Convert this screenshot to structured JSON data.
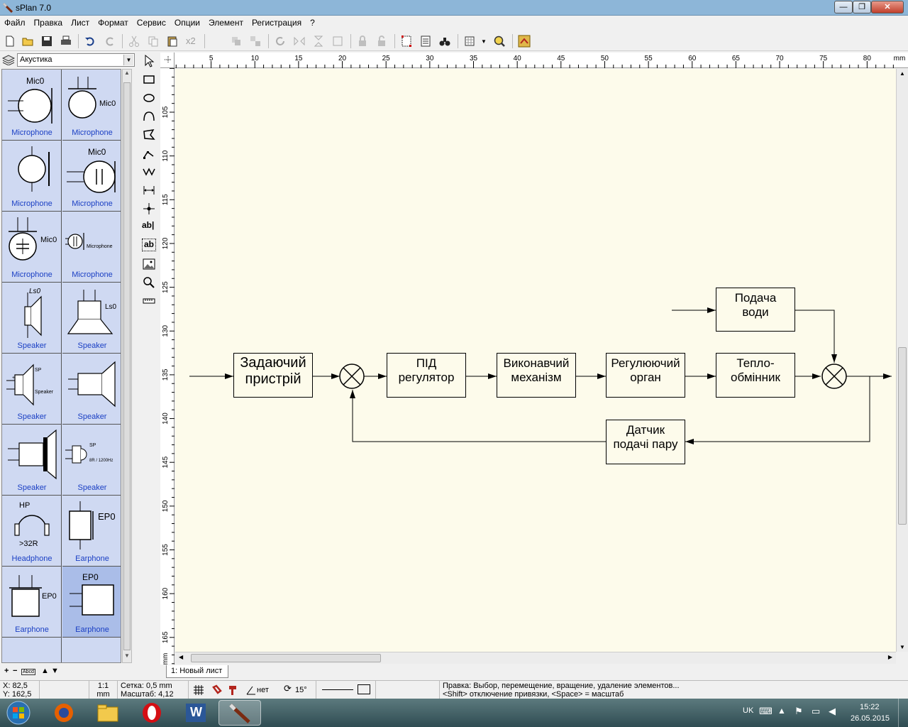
{
  "window": {
    "title": "sPlan 7.0",
    "min_label": "—",
    "max_label": "❐",
    "close_label": "✕"
  },
  "menu": [
    "Файл",
    "Правка",
    "Лист",
    "Формат",
    "Сервис",
    "Опции",
    "Элемент",
    "Регистрация",
    "?"
  ],
  "toolbar": {
    "copies_label": "x2"
  },
  "library": {
    "selected": "Акустика",
    "cells": [
      {
        "label": "Microphone",
        "tag": "Mic0"
      },
      {
        "label": "Microphone",
        "tag": "Mic0"
      },
      {
        "label": "Microphone",
        "tag": ""
      },
      {
        "label": "Microphone",
        "tag": "Mic0"
      },
      {
        "label": "Microphone",
        "tag": "Mic0"
      },
      {
        "label": "Microphone",
        "tag": "Microphone"
      },
      {
        "label": "Speaker",
        "tag": "Ls0"
      },
      {
        "label": "Speaker",
        "tag": "Ls0"
      },
      {
        "label": "Speaker",
        "tag": "SP",
        "tag2": "Speaker"
      },
      {
        "label": "Speaker",
        "tag": ""
      },
      {
        "label": "Speaker",
        "tag": ""
      },
      {
        "label": "Speaker",
        "tag": "SP",
        "tag2": "8R / 1200Hz"
      },
      {
        "label": "Headphone",
        "tag": "HP",
        "tag2": ">32R"
      },
      {
        "label": "Earphone",
        "tag": "EP0"
      },
      {
        "label": "Earphone",
        "tag": "EP0"
      },
      {
        "label": "Earphone",
        "tag": "EP0"
      }
    ],
    "bottom_abc": "Abcd"
  },
  "ruler": {
    "top": [
      "5",
      "10",
      "15",
      "20",
      "25",
      "30",
      "35",
      "40",
      "45",
      "50",
      "55",
      "60",
      "65",
      "70",
      "75",
      "80"
    ],
    "top_unit": "mm",
    "left": [
      "105",
      "110",
      "115",
      "120",
      "125",
      "130",
      "135",
      "140",
      "145",
      "150",
      "155",
      "160",
      "165"
    ],
    "left_unit": "mm"
  },
  "diagram": {
    "blocks": {
      "setter": [
        "Задаючий",
        "пристрій"
      ],
      "pid": [
        "ПІД",
        "регулятор"
      ],
      "actuator": [
        "Виконавчий",
        "механізм"
      ],
      "regulator": [
        "Регулюючий",
        "орган"
      ],
      "exchanger": [
        "Тепло-",
        "обмінник"
      ],
      "water": [
        "Подача",
        "води"
      ],
      "sensor": [
        "Датчик",
        "подачі пару"
      ]
    }
  },
  "sheet_tab": "1: Новый лист",
  "status": {
    "x": "X: 82,5",
    "y": "Y: 162,5",
    "scale_num": "1:1",
    "scale_unit": "mm",
    "grid": "Сетка: 0,5 mm",
    "zoom": "Масштаб:  4,12",
    "angle_mode": "нет",
    "angle": "15°",
    "hint1": "Правка: Выбор, перемещение, вращение, удаление элементов...",
    "hint2": "<Shift> отключение привязки, <Space> = масштаб"
  },
  "taskbar": {
    "lang": "UK",
    "time": "15:22",
    "date": "26.05.2015",
    "word_label": "W"
  }
}
